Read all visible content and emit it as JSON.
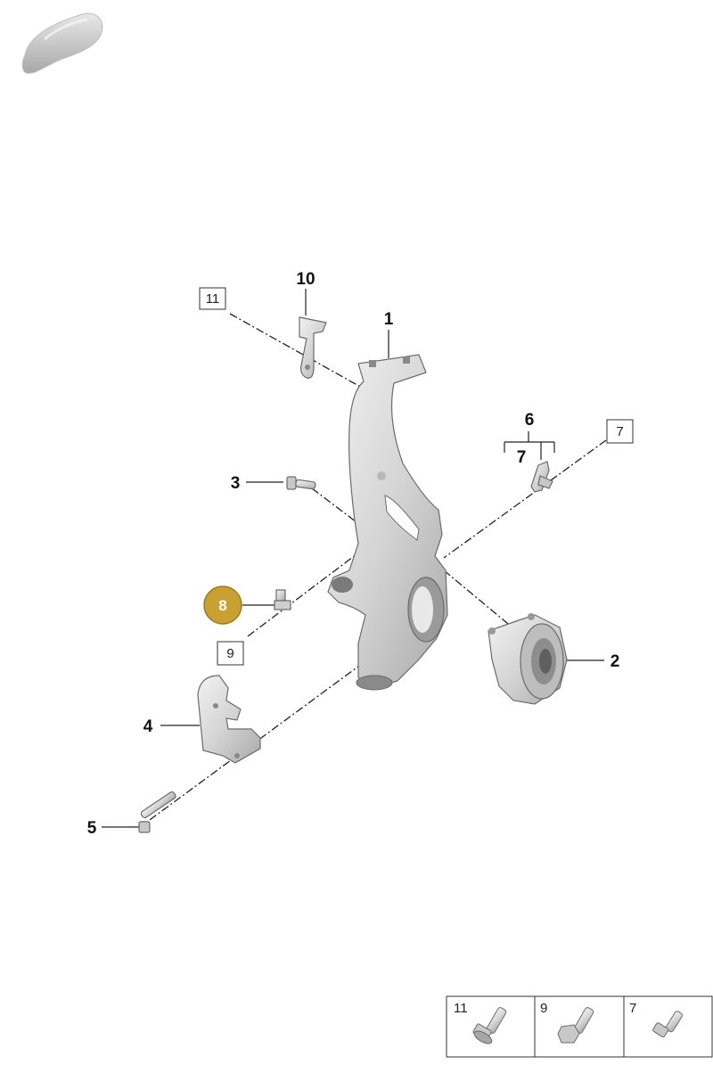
{
  "callouts": {
    "c1": "1",
    "c2": "2",
    "c3": "3",
    "c4": "4",
    "c5": "5",
    "c6": "6",
    "c7_sub": "7",
    "c8": "8",
    "c10": "10"
  },
  "ref_boxes": {
    "b11": "11",
    "b7": "7",
    "b9": "9"
  },
  "legend": {
    "cells": [
      {
        "label": "11"
      },
      {
        "label": "9"
      },
      {
        "label": "7"
      }
    ]
  },
  "colors": {
    "highlight": "#c9a032",
    "part_fill": "#d9d9d9",
    "line": "#222222"
  }
}
